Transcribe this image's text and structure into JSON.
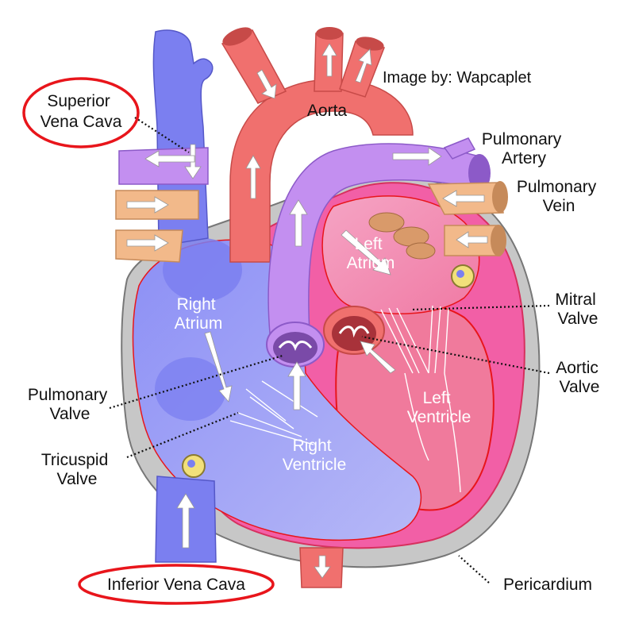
{
  "credit": "Image by: Wapcaplet",
  "labels": {
    "superior_vena_cava": [
      "Superior",
      "Vena Cava"
    ],
    "aorta": "Aorta",
    "pulmonary_artery": [
      "Pulmonary",
      "Artery"
    ],
    "pulmonary_vein": [
      "Pulmonary",
      "Vein"
    ],
    "left_atrium": [
      "Left",
      "Atrium"
    ],
    "right_atrium": [
      "Right",
      "Atrium"
    ],
    "mitral_valve": [
      "Mitral",
      "Valve"
    ],
    "aortic_valve": [
      "Aortic",
      "Valve"
    ],
    "pulmonary_valve": [
      "Pulmonary",
      "Valve"
    ],
    "left_ventricle": [
      "Left",
      "Ventricle"
    ],
    "tricuspid_valve": [
      "Tricuspid",
      "Valve"
    ],
    "right_ventricle": [
      "Right",
      "Ventricle"
    ],
    "inferior_vena_cava": "Inferior Vena Cava",
    "pericardium": "Pericardium"
  },
  "colors": {
    "deoxygenated": "#7b7ff0",
    "oxygenated": "#f0706e",
    "pulmonary_artery": "#c38ff0",
    "pulmonary_vein": "#f2b98a",
    "left_heart": "#f25fa6",
    "pericardium": "#bbbbbb",
    "highlight_ring": "#e8151b"
  }
}
